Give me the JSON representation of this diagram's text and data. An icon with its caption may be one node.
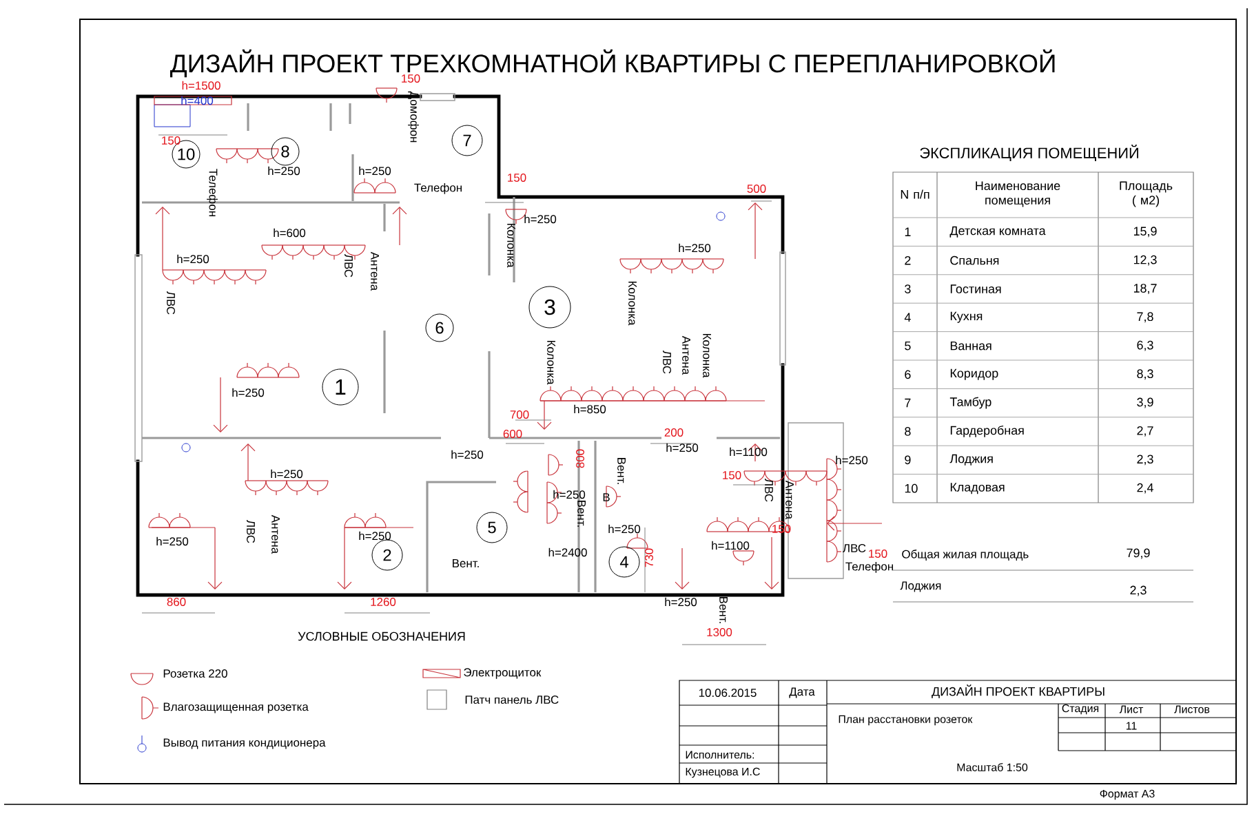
{
  "diagram": {
    "title": "ДИЗАЙН ПРОЕКТ ТРЕХКОМНАТНОЙ КВАРТИРЫ С ПЕРЕПЛАНИРОВКОЙ",
    "nodes": [
      {
        "text": [
          "10"
        ]
      },
      {
        "text": [
          "8"
        ]
      },
      {
        "text": [
          "7"
        ]
      },
      {
        "text": [
          "6"
        ]
      },
      {
        "text": [
          "3"
        ]
      },
      {
        "text": [
          "1"
        ]
      },
      {
        "text": [
          "5"
        ]
      },
      {
        "text": [
          "2"
        ]
      },
      {
        "text": [
          "4"
        ]
      }
    ],
    "labels": [
      "h=1500",
      "h=400",
      "150",
      "150",
      "h=250",
      "h=250",
      "Телефон",
      "Домофон",
      "Телефон",
      "150",
      "h=250",
      "Колонка",
      "500",
      "h=600",
      "h=250",
      "ЛВС",
      "ЛВС",
      "Антена",
      "h=250",
      "Колонка",
      "Колонка",
      "Антена",
      "ЛВС",
      "Колонка",
      "h=250",
      "h=850",
      "700",
      "600",
      "200",
      "h=250",
      "h=250",
      "800",
      "Вент.",
      "h=1100",
      "150",
      "ЛВС",
      "Антена",
      "h=250",
      "h=250",
      "h=250",
      "В",
      "Вент.",
      "h=250",
      "150",
      "h=250",
      "ЛВС",
      "Антена",
      "h=250",
      "Вент.",
      "h=2400",
      "h=1100",
      "730",
      "ЛВС",
      "150",
      "Телефон",
      "860",
      "1260",
      "h=250",
      "Вент.",
      "1300",
      "УСЛОВНЫЕ ОБОЗНАЧЕНИЯ",
      "ЭКСПЛИКАЦИЯ  ПОМЕЩЕНИЙ",
      "N п/п",
      "Наименование помещения",
      "Площадь ( м2)",
      "1",
      "Детская комната",
      "15,9",
      "2",
      "Спальня",
      "12,3",
      "3",
      "Гостиная",
      "18,7",
      "4",
      "Кухня",
      "7,8",
      "5",
      "Ванная",
      "6,3",
      "6",
      "Коридор",
      "8,3",
      "7",
      "Тамбур",
      "3,9",
      "8",
      "Гардеробная",
      "2,7",
      "9",
      "Лоджия",
      "2,3",
      "10",
      "Кладовая",
      "2,4",
      "Общая жилая площадь",
      "79,9",
      "Лоджия",
      "2,3",
      "10.06.2015",
      "Дата",
      "ДИЗАЙН ПРОЕКТ КВАРТИРЫ",
      "План расстановки розеток",
      "Стадия",
      "Лист",
      "Листов",
      "11",
      "Исполнитель:",
      "Кузнецова И.С",
      "Масштаб 1:50",
      "Формат А3"
    ],
    "legend": [
      {
        "text": "Розетка 220"
      },
      {
        "text": "Электрощиток"
      },
      {
        "text": "Влагозащищенная розетка"
      },
      {
        "text": "Патч панель ЛВС"
      },
      {
        "text": "Вывод питания кондиционера"
      }
    ]
  }
}
